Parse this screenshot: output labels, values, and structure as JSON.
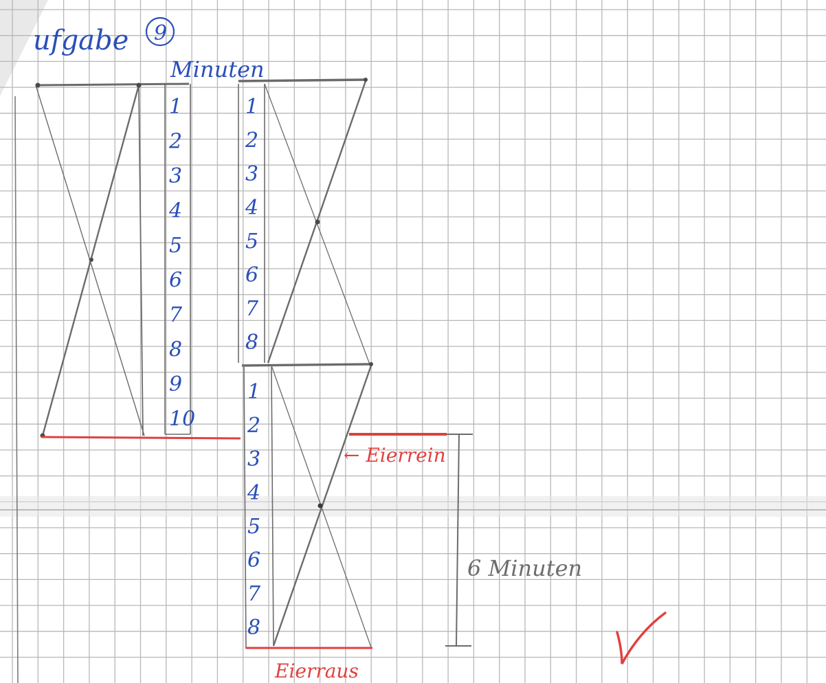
{
  "heading": {
    "title": "ufgabe",
    "number": "9"
  },
  "columns": {
    "header": "Minuten",
    "left": [
      "1",
      "2",
      "3",
      "4",
      "5",
      "6",
      "7",
      "8",
      "9",
      "10"
    ],
    "right_top": [
      "1",
      "2",
      "3",
      "4",
      "5",
      "6",
      "7",
      "8"
    ],
    "right_bottom": [
      "1",
      "2",
      "3",
      "4",
      "5",
      "6",
      "7",
      "8"
    ]
  },
  "annotations": {
    "eggs_in": "← Eierrein",
    "eggs_out": "Eierraus",
    "duration": "6 Minuten"
  },
  "colors": {
    "ink": "#2a4fb8",
    "pencil": "#6d6d6d",
    "correction": "#e0413f"
  },
  "icons": {
    "check": "check-mark-icon"
  }
}
